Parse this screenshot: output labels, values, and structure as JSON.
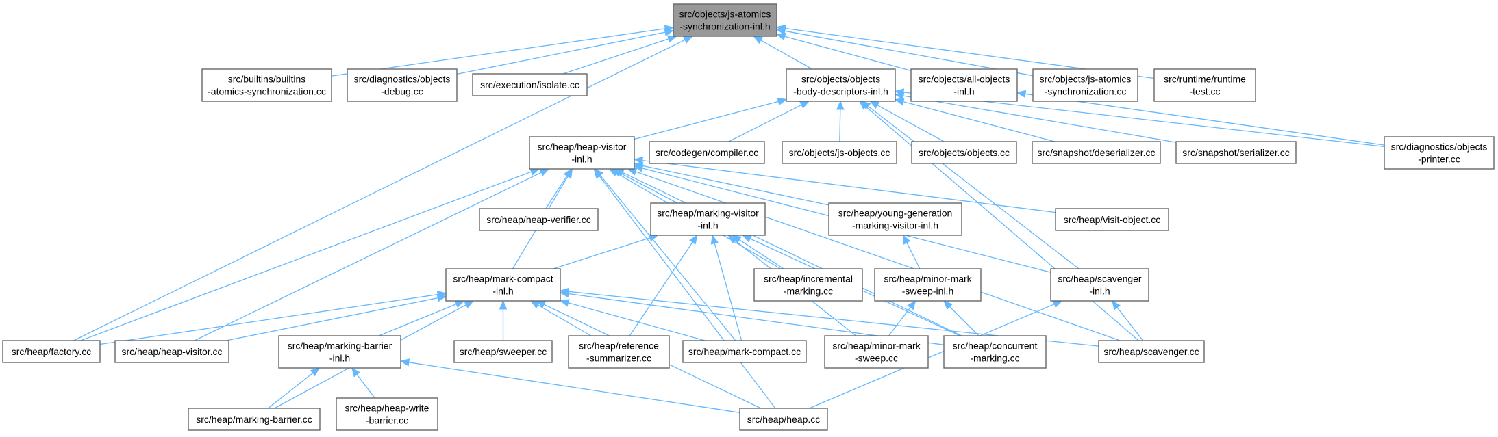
{
  "graph": {
    "title": "",
    "colors": {
      "root_fill": "#999999",
      "node_fill": "#ffffff",
      "node_border": "#666666",
      "edge": "#63b8ff",
      "text": "#000000"
    },
    "nodes": [
      {
        "id": "root",
        "lines": [
          "src/objects/js-atomics",
          "-synchronization-inl.h"
        ],
        "highlight": true
      },
      {
        "id": "builtins",
        "lines": [
          "src/builtins/builtins",
          "-atomics-synchronization.cc"
        ]
      },
      {
        "id": "diagdebug",
        "lines": [
          "src/diagnostics/objects",
          "-debug.cc"
        ]
      },
      {
        "id": "isolate",
        "lines": [
          "src/execution/isolate.cc"
        ]
      },
      {
        "id": "bodydesc",
        "lines": [
          "src/objects/objects",
          "-body-descriptors-inl.h"
        ]
      },
      {
        "id": "allobjects",
        "lines": [
          "src/objects/all-objects",
          "-inl.h"
        ]
      },
      {
        "id": "jsatomicscc",
        "lines": [
          "src/objects/js-atomics",
          "-synchronization.cc"
        ]
      },
      {
        "id": "runtimetest",
        "lines": [
          "src/runtime/runtime",
          "-test.cc"
        ]
      },
      {
        "id": "heapvisitorh",
        "lines": [
          "src/heap/heap-visitor",
          "-inl.h"
        ]
      },
      {
        "id": "compiler",
        "lines": [
          "src/codegen/compiler.cc"
        ]
      },
      {
        "id": "jsobjects",
        "lines": [
          "src/objects/js-objects.cc"
        ]
      },
      {
        "id": "objectscc",
        "lines": [
          "src/objects/objects.cc"
        ]
      },
      {
        "id": "deserializer",
        "lines": [
          "src/snapshot/deserializer.cc"
        ]
      },
      {
        "id": "serializer",
        "lines": [
          "src/snapshot/serializer.cc"
        ]
      },
      {
        "id": "printer",
        "lines": [
          "src/diagnostics/objects",
          "-printer.cc"
        ]
      },
      {
        "id": "verifier",
        "lines": [
          "src/heap/heap-verifier.cc"
        ]
      },
      {
        "id": "markvisitor",
        "lines": [
          "src/heap/marking-visitor",
          "-inl.h"
        ]
      },
      {
        "id": "younggen",
        "lines": [
          "src/heap/young-generation",
          "-marking-visitor-inl.h"
        ]
      },
      {
        "id": "visitobject",
        "lines": [
          "src/heap/visit-object.cc"
        ]
      },
      {
        "id": "markcompacth",
        "lines": [
          "src/heap/mark-compact",
          "-inl.h"
        ]
      },
      {
        "id": "incremental",
        "lines": [
          "src/heap/incremental",
          "-marking.cc"
        ]
      },
      {
        "id": "minormarkh",
        "lines": [
          "src/heap/minor-mark",
          "-sweep-inl.h"
        ]
      },
      {
        "id": "scavengerh",
        "lines": [
          "src/heap/scavenger",
          "-inl.h"
        ]
      },
      {
        "id": "factory",
        "lines": [
          "src/heap/factory.cc"
        ]
      },
      {
        "id": "heapvisitorcc",
        "lines": [
          "src/heap/heap-visitor.cc"
        ]
      },
      {
        "id": "markbarrierh",
        "lines": [
          "src/heap/marking-barrier",
          "-inl.h"
        ]
      },
      {
        "id": "sweeper",
        "lines": [
          "src/heap/sweeper.cc"
        ]
      },
      {
        "id": "refsumm",
        "lines": [
          "src/heap/reference",
          "-summarizer.cc"
        ]
      },
      {
        "id": "markcompactcc",
        "lines": [
          "src/heap/mark-compact.cc"
        ]
      },
      {
        "id": "minormarkcc",
        "lines": [
          "src/heap/minor-mark",
          "-sweep.cc"
        ]
      },
      {
        "id": "concurrent",
        "lines": [
          "src/heap/concurrent",
          "-marking.cc"
        ]
      },
      {
        "id": "scavengercc",
        "lines": [
          "src/heap/scavenger.cc"
        ]
      },
      {
        "id": "markbarriercc",
        "lines": [
          "src/heap/marking-barrier.cc"
        ]
      },
      {
        "id": "writebarrier",
        "lines": [
          "src/heap/heap-write",
          "-barrier.cc"
        ]
      },
      {
        "id": "heapcc",
        "lines": [
          "src/heap/heap.cc"
        ]
      }
    ],
    "edges": [
      [
        "builtins",
        "root"
      ],
      [
        "diagdebug",
        "root"
      ],
      [
        "isolate",
        "root"
      ],
      [
        "bodydesc",
        "root"
      ],
      [
        "allobjects",
        "root"
      ],
      [
        "jsatomicscc",
        "root"
      ],
      [
        "runtimetest",
        "root"
      ],
      [
        "factory",
        "root"
      ],
      [
        "heapvisitorh",
        "bodydesc"
      ],
      [
        "compiler",
        "bodydesc"
      ],
      [
        "jsobjects",
        "bodydesc"
      ],
      [
        "objectscc",
        "bodydesc"
      ],
      [
        "deserializer",
        "bodydesc"
      ],
      [
        "serializer",
        "bodydesc"
      ],
      [
        "printer",
        "bodydesc"
      ],
      [
        "scavengerh",
        "bodydesc"
      ],
      [
        "scavengercc",
        "bodydesc"
      ],
      [
        "printer",
        "allobjects"
      ],
      [
        "verifier",
        "heapvisitorh"
      ],
      [
        "markvisitor",
        "heapvisitorh"
      ],
      [
        "younggen",
        "heapvisitorh"
      ],
      [
        "visitobject",
        "heapvisitorh"
      ],
      [
        "markcompacth",
        "heapvisitorh"
      ],
      [
        "incremental",
        "heapvisitorh"
      ],
      [
        "scavengerh",
        "heapvisitorh"
      ],
      [
        "factory",
        "heapvisitorh"
      ],
      [
        "heapvisitorcc",
        "heapvisitorh"
      ],
      [
        "markcompactcc",
        "heapvisitorh"
      ],
      [
        "concurrent",
        "heapvisitorh"
      ],
      [
        "scavengercc",
        "heapvisitorh"
      ],
      [
        "heapcc",
        "heapvisitorh"
      ],
      [
        "markcompacth",
        "markvisitor"
      ],
      [
        "incremental",
        "markvisitor"
      ],
      [
        "refsumm",
        "markvisitor"
      ],
      [
        "markcompactcc",
        "markvisitor"
      ],
      [
        "minormarkcc",
        "markvisitor"
      ],
      [
        "concurrent",
        "markvisitor"
      ],
      [
        "minormarkh",
        "younggen"
      ],
      [
        "factory",
        "markcompacth"
      ],
      [
        "heapvisitorcc",
        "markcompacth"
      ],
      [
        "markbarrierh",
        "markcompacth"
      ],
      [
        "sweeper",
        "markcompacth"
      ],
      [
        "refsumm",
        "markcompacth"
      ],
      [
        "markcompactcc",
        "markcompacth"
      ],
      [
        "concurrent",
        "markcompacth"
      ],
      [
        "scavengercc",
        "markcompacth"
      ],
      [
        "markbarriercc",
        "markcompacth"
      ],
      [
        "heapcc",
        "markcompacth"
      ],
      [
        "minormarkcc",
        "minormarkh"
      ],
      [
        "concurrent",
        "minormarkh"
      ],
      [
        "scavengercc",
        "scavengerh"
      ],
      [
        "heapcc",
        "scavengerh"
      ],
      [
        "markbarriercc",
        "markbarrierh"
      ],
      [
        "writebarrier",
        "markbarrierh"
      ],
      [
        "heapcc",
        "markbarrierh"
      ]
    ]
  }
}
